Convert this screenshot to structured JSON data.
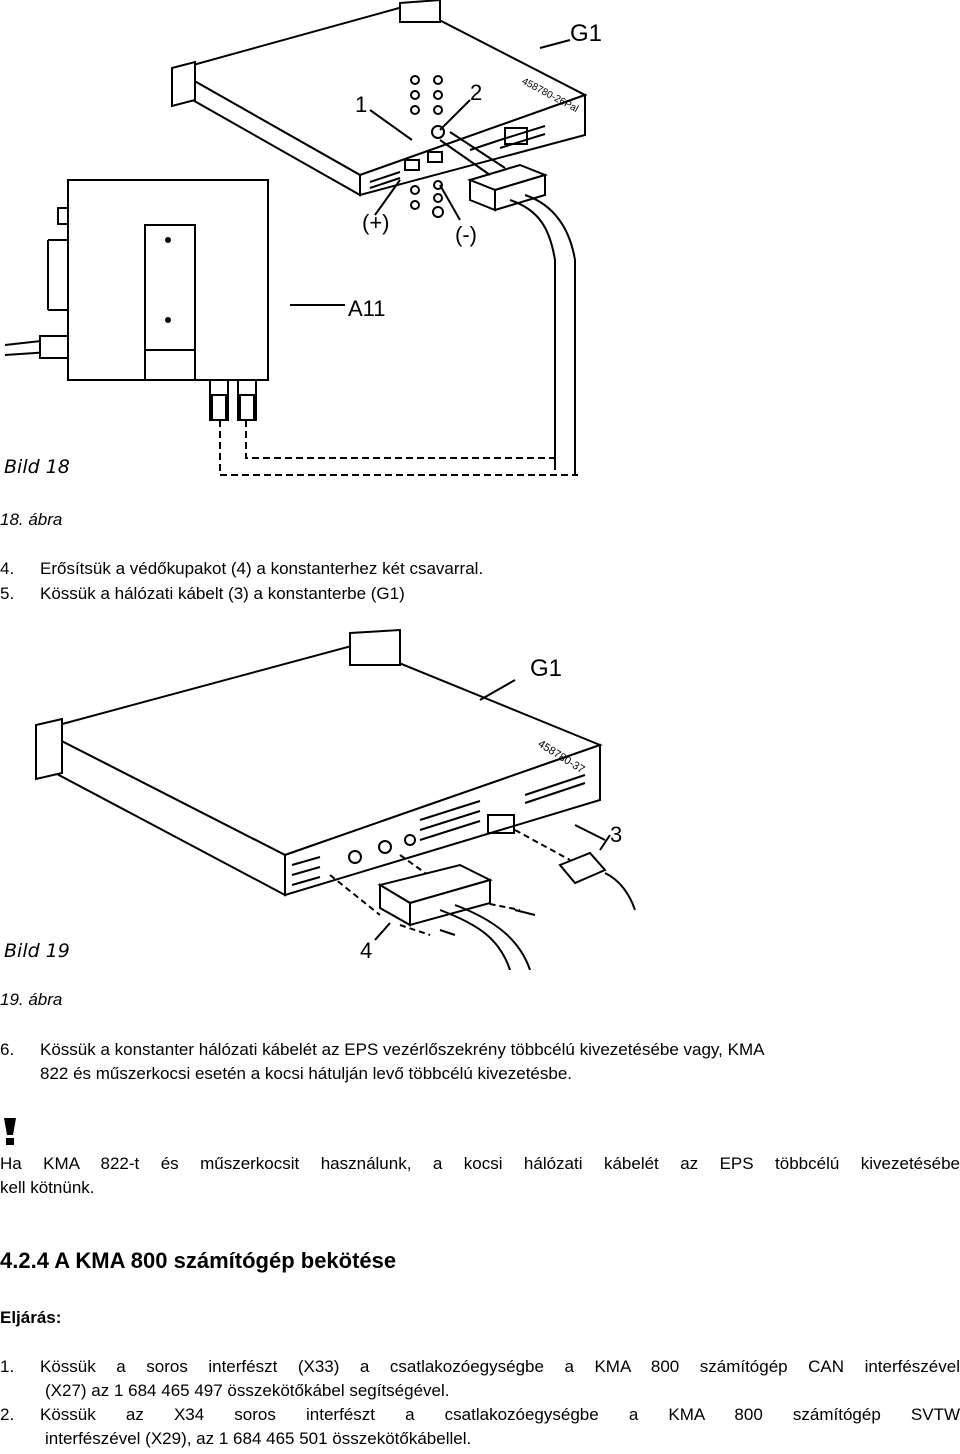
{
  "figure18": {
    "labels": {
      "g1": "G1",
      "one": "1",
      "two": "2",
      "plus": "(+)",
      "minus": "(-)",
      "a11": "A11",
      "partno": "458780-26Pal"
    },
    "bild": "Bild 18",
    "caption": "18. ábra"
  },
  "steps_a": [
    {
      "num": "4.",
      "text": "Erősítsük a védőkupakot (4) a konstanterhez két csavarral."
    },
    {
      "num": "5.",
      "text": "Kössük a hálózati kábelt (3) a konstanterbe (G1)"
    }
  ],
  "figure19": {
    "labels": {
      "g1": "G1",
      "three": "3",
      "four": "4",
      "partno": "458780-37"
    },
    "bild": "Bild 19",
    "caption": "19. ábra"
  },
  "step6": {
    "num": "6.",
    "line1": "Kössük a konstanter hálózati kábelét az EPS vezérlőszekrény többcélú kivezetésébe vagy, KMA",
    "line2": "822 és műszerkocsi esetén a kocsi hátulján levő többcélú kivezetésbe."
  },
  "warning": {
    "icon": "exclamation-icon",
    "line1": "Ha KMA 822-t és műszerkocsit használunk, a kocsi hálózati kábelét az EPS többcélú kivezetésébe",
    "line2": "kell kötnünk."
  },
  "section": {
    "heading": "4.2.4  A KMA 800 számítógép bekötése",
    "procedure_label": "Eljárás:"
  },
  "steps_b": [
    {
      "num": "1.",
      "line1": "Kössük a soros interfészt (X33) a csatlakozóegységbe a KMA 800 számítógép CAN interfészével",
      "line2": "(X27) az 1 684 465 497 összekötőkábel segítségével."
    },
    {
      "num": "2.",
      "line1": "Kössük az X34 soros interfészt a csatlakozóegységbe a KMA 800 számítógép SVTW",
      "line2": "interfészével (X29), az 1 684 465 501 összekötőkábellel."
    }
  ]
}
